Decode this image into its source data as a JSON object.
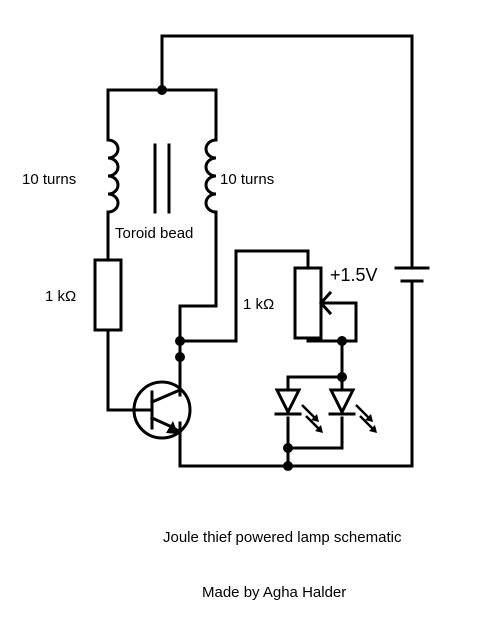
{
  "labels": {
    "left_coil_turns": "10 turns",
    "right_coil_turns": "10 turns",
    "core": "Toroid bead",
    "base_resistor": "1 kΩ",
    "pot": "1 kΩ",
    "battery": "+1.5V"
  },
  "captions": {
    "title": "Joule thief powered lamp schematic",
    "author": "Made by Agha Halder"
  }
}
